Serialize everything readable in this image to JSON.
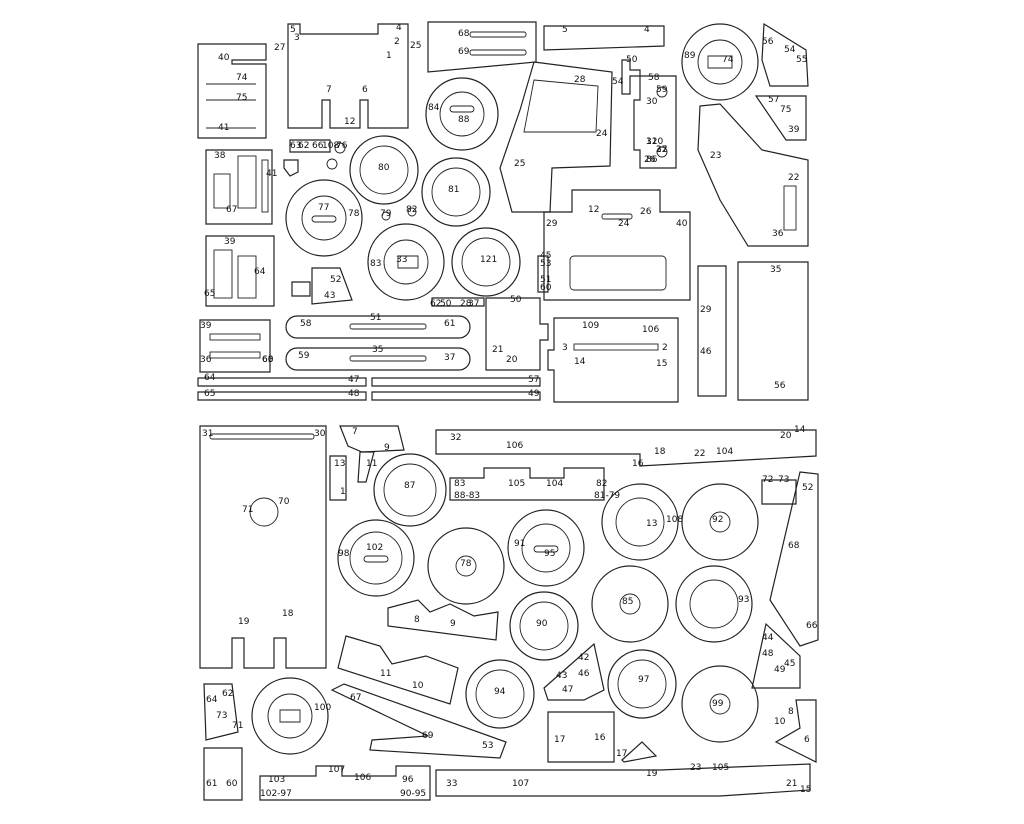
{
  "sheet": {
    "ink": "#222222",
    "paper": "#ffffff"
  },
  "labels": {
    "top": [
      "5",
      "4",
      "2",
      "3",
      "1",
      "27",
      "25",
      "40",
      "74",
      "75",
      "41",
      "7",
      "6",
      "12",
      "68",
      "69",
      "84",
      "88",
      "28",
      "24",
      "25",
      "5",
      "4",
      "50",
      "54",
      "58",
      "59",
      "30",
      "120",
      "32",
      "86",
      "89",
      "74",
      "56",
      "54",
      "55",
      "57",
      "75",
      "39",
      "38",
      "41",
      "67",
      "63",
      "62",
      "66",
      "108",
      "76",
      "80",
      "81",
      "77",
      "78",
      "79",
      "82",
      "83",
      "33",
      "121",
      "31",
      "27",
      "26",
      "23",
      "22",
      "12",
      "26",
      "24",
      "29",
      "40",
      "36",
      "39",
      "64",
      "63",
      "65",
      "52",
      "43",
      "45",
      "53",
      "51",
      "60",
      "62",
      "50",
      "28",
      "37",
      "35",
      "39",
      "50",
      "60",
      "58",
      "51",
      "61",
      "59",
      "35",
      "37",
      "36",
      "21",
      "20",
      "109",
      "106",
      "3",
      "2",
      "14",
      "15",
      "29",
      "46",
      "56",
      "64",
      "47",
      "57",
      "65",
      "48",
      "49"
    ],
    "bottom": [
      "31",
      "30",
      "7",
      "9",
      "13",
      "11",
      "1",
      "71",
      "70",
      "19",
      "18",
      "32",
      "106",
      "18",
      "22",
      "104",
      "20",
      "14",
      "16",
      "83",
      "88-83",
      "105",
      "104",
      "82",
      "81-79",
      "87",
      "72",
      "73",
      "52",
      "102",
      "98",
      "91",
      "95",
      "13",
      "108",
      "92",
      "78",
      "85",
      "93",
      "68",
      "8",
      "9",
      "90",
      "99",
      "66",
      "11",
      "10",
      "94",
      "42",
      "43",
      "46",
      "47",
      "97",
      "44",
      "48",
      "45",
      "49",
      "64",
      "62",
      "73",
      "71",
      "100",
      "67",
      "69",
      "53",
      "17",
      "16",
      "17",
      "19",
      "23",
      "105",
      "8",
      "10",
      "6",
      "61",
      "60",
      "103",
      "102-97",
      "107",
      "106",
      "96",
      "90-95",
      "33",
      "107",
      "21",
      "15"
    ]
  }
}
